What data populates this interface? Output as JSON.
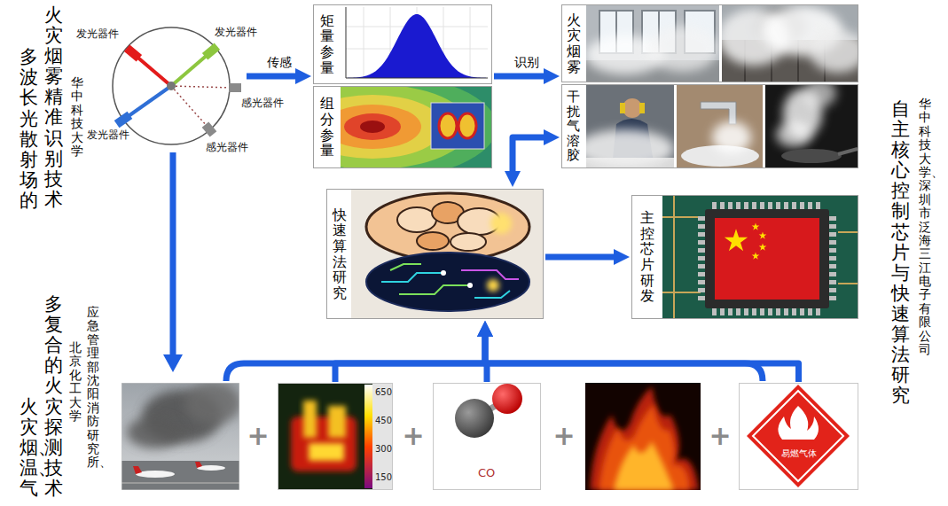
{
  "diagram": {
    "nodes": [
      {
        "text": [
          "发光器件",
          "发光器件",
          "发光器件",
          "感光器件",
          "感光器件"
        ]
      },
      {
        "text": [
          "矩量参量"
        ]
      },
      {
        "text": [
          "组分参量"
        ]
      },
      {
        "text": [
          "火灾烟雾"
        ]
      },
      {
        "text": [
          "干扰气溶胶"
        ]
      },
      {
        "text": [
          "快速算法研究"
        ]
      },
      {
        "text": [
          "主控芯片研发"
        ]
      },
      {
        "text": [
          "650",
          "450",
          "300",
          "150"
        ]
      },
      {
        "text": [
          "CO"
        ]
      },
      {
        "text": [
          "易燃气体"
        ]
      }
    ],
    "edges": [
      {
        "from": 0,
        "to": 1,
        "arrow": "to",
        "label": "传感"
      },
      {
        "from": 1,
        "to": 3,
        "arrow": "to",
        "label": "识别"
      },
      {
        "from": 4,
        "to": 5,
        "arrow": "both"
      },
      {
        "from": 5,
        "to": 6,
        "arrow": "to"
      },
      {
        "from": 7,
        "to": 5,
        "arrow": "to"
      },
      {
        "from": 8,
        "to": 5,
        "arrow": "to"
      },
      {
        "from": 9,
        "to": 5,
        "arrow": "to"
      }
    ],
    "labels": [
      "多波长光散射场的",
      "火灾烟雾精准识别技术",
      "华中科技大学",
      "自主核心控制芯片与快速算法研究",
      "华中科技大学、深圳市泛海三江电子有限公司",
      "火灾烟、温、气",
      "多复合的火灾探测技术",
      "应急管理部沈阳消防研究所、",
      "北京化工大学",
      "+",
      "+",
      "+",
      "+"
    ]
  }
}
